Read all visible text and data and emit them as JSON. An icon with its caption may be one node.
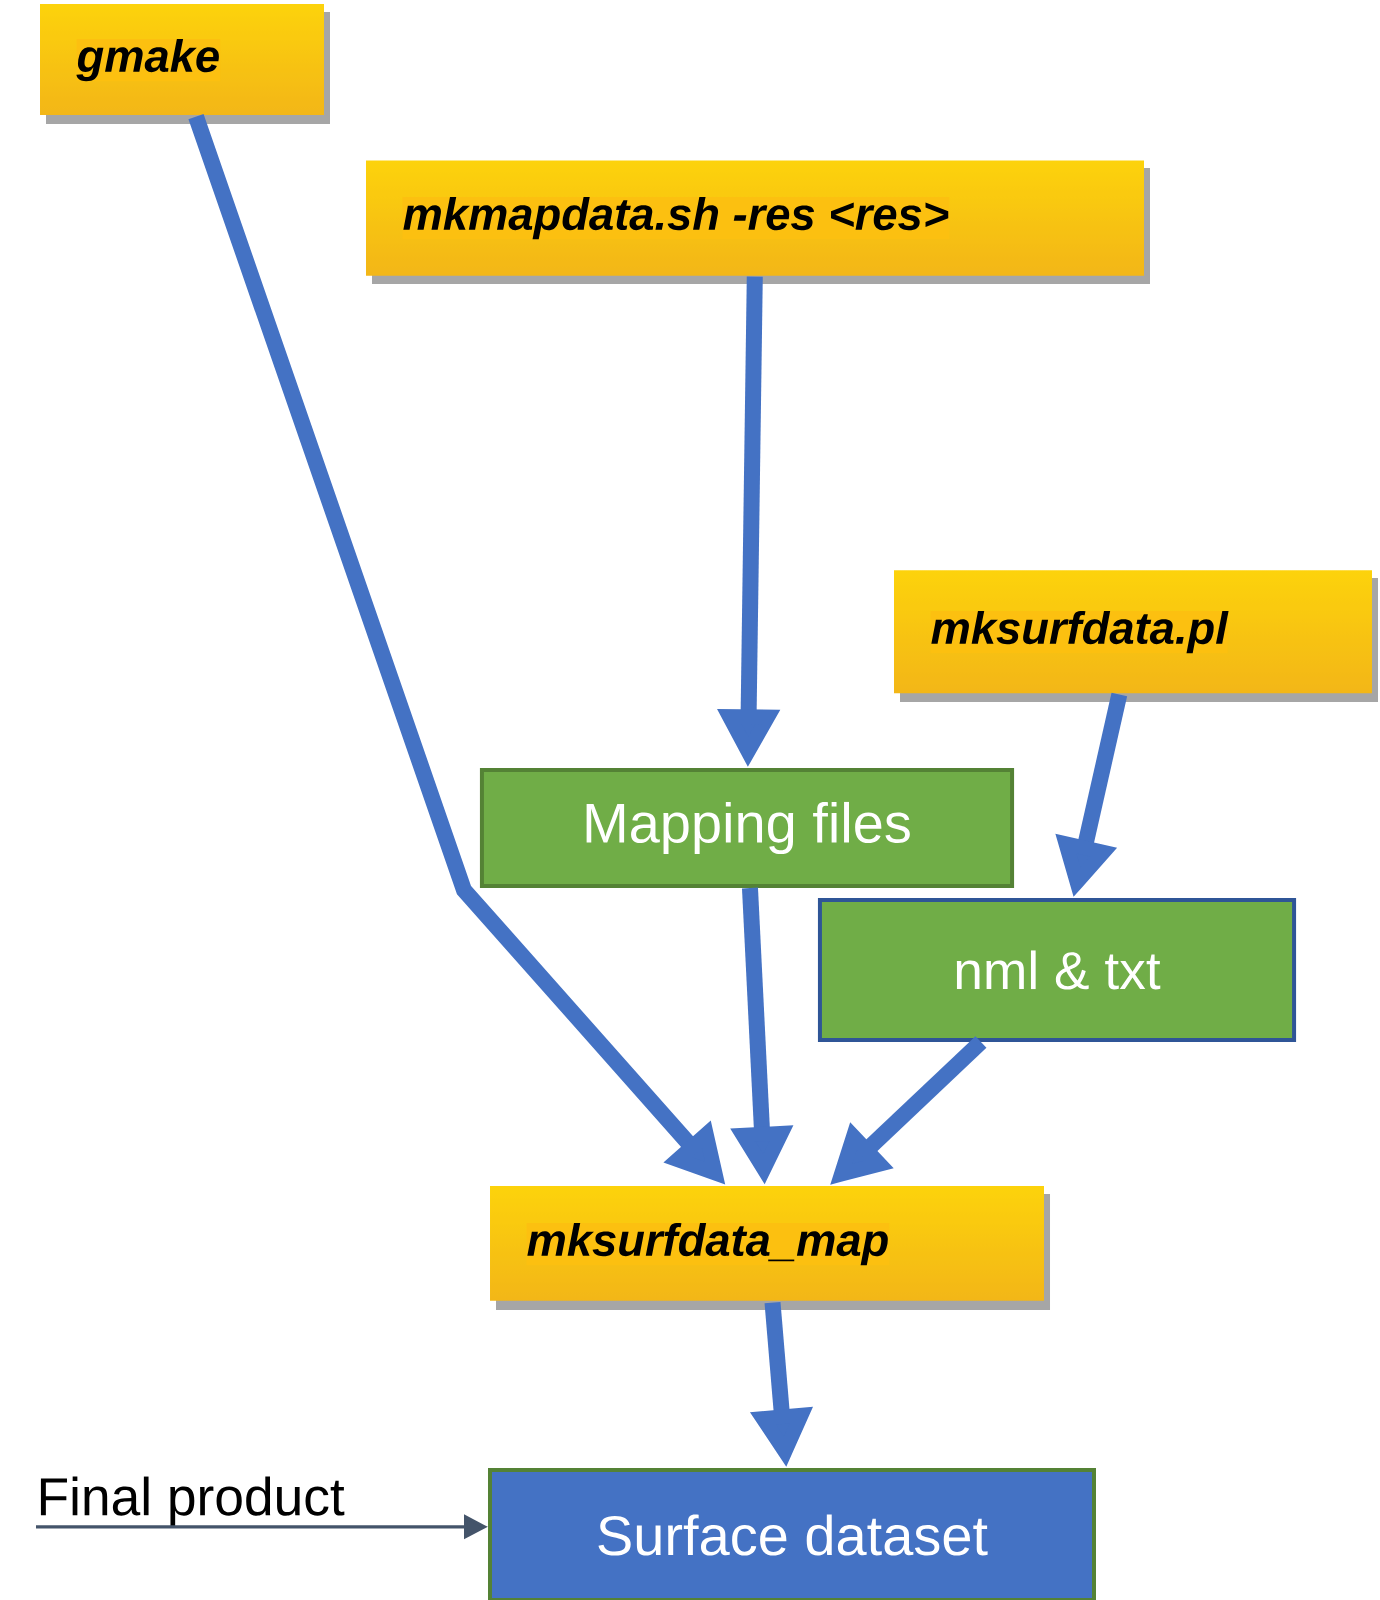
{
  "diagram": {
    "nodes": [
      {
        "text": [
          "gmake"
        ]
      },
      {
        "text": [
          "mkmapdata.sh -res <res>"
        ]
      },
      {
        "text": [
          "mksurfdata.pl"
        ]
      },
      {
        "text": [
          "Mapping files"
        ]
      },
      {
        "text": [
          "nml & txt"
        ]
      },
      {
        "text": [
          "mksurfdata_map"
        ]
      },
      {
        "text": [
          "Surface dataset"
        ]
      },
      {
        "text": [
          "Final product"
        ]
      }
    ],
    "edges": [
      {
        "from": 0,
        "to": 5,
        "arrow": "to"
      },
      {
        "from": 1,
        "to": 3,
        "arrow": "to"
      },
      {
        "from": 2,
        "to": 4,
        "arrow": "to"
      },
      {
        "from": 3,
        "to": 5,
        "arrow": "to"
      },
      {
        "from": 4,
        "to": 5,
        "arrow": "to"
      },
      {
        "from": 5,
        "to": 6,
        "arrow": "to"
      },
      {
        "from": 7,
        "to": 6,
        "arrow": "to",
        "color": "#44546a"
      }
    ]
  }
}
